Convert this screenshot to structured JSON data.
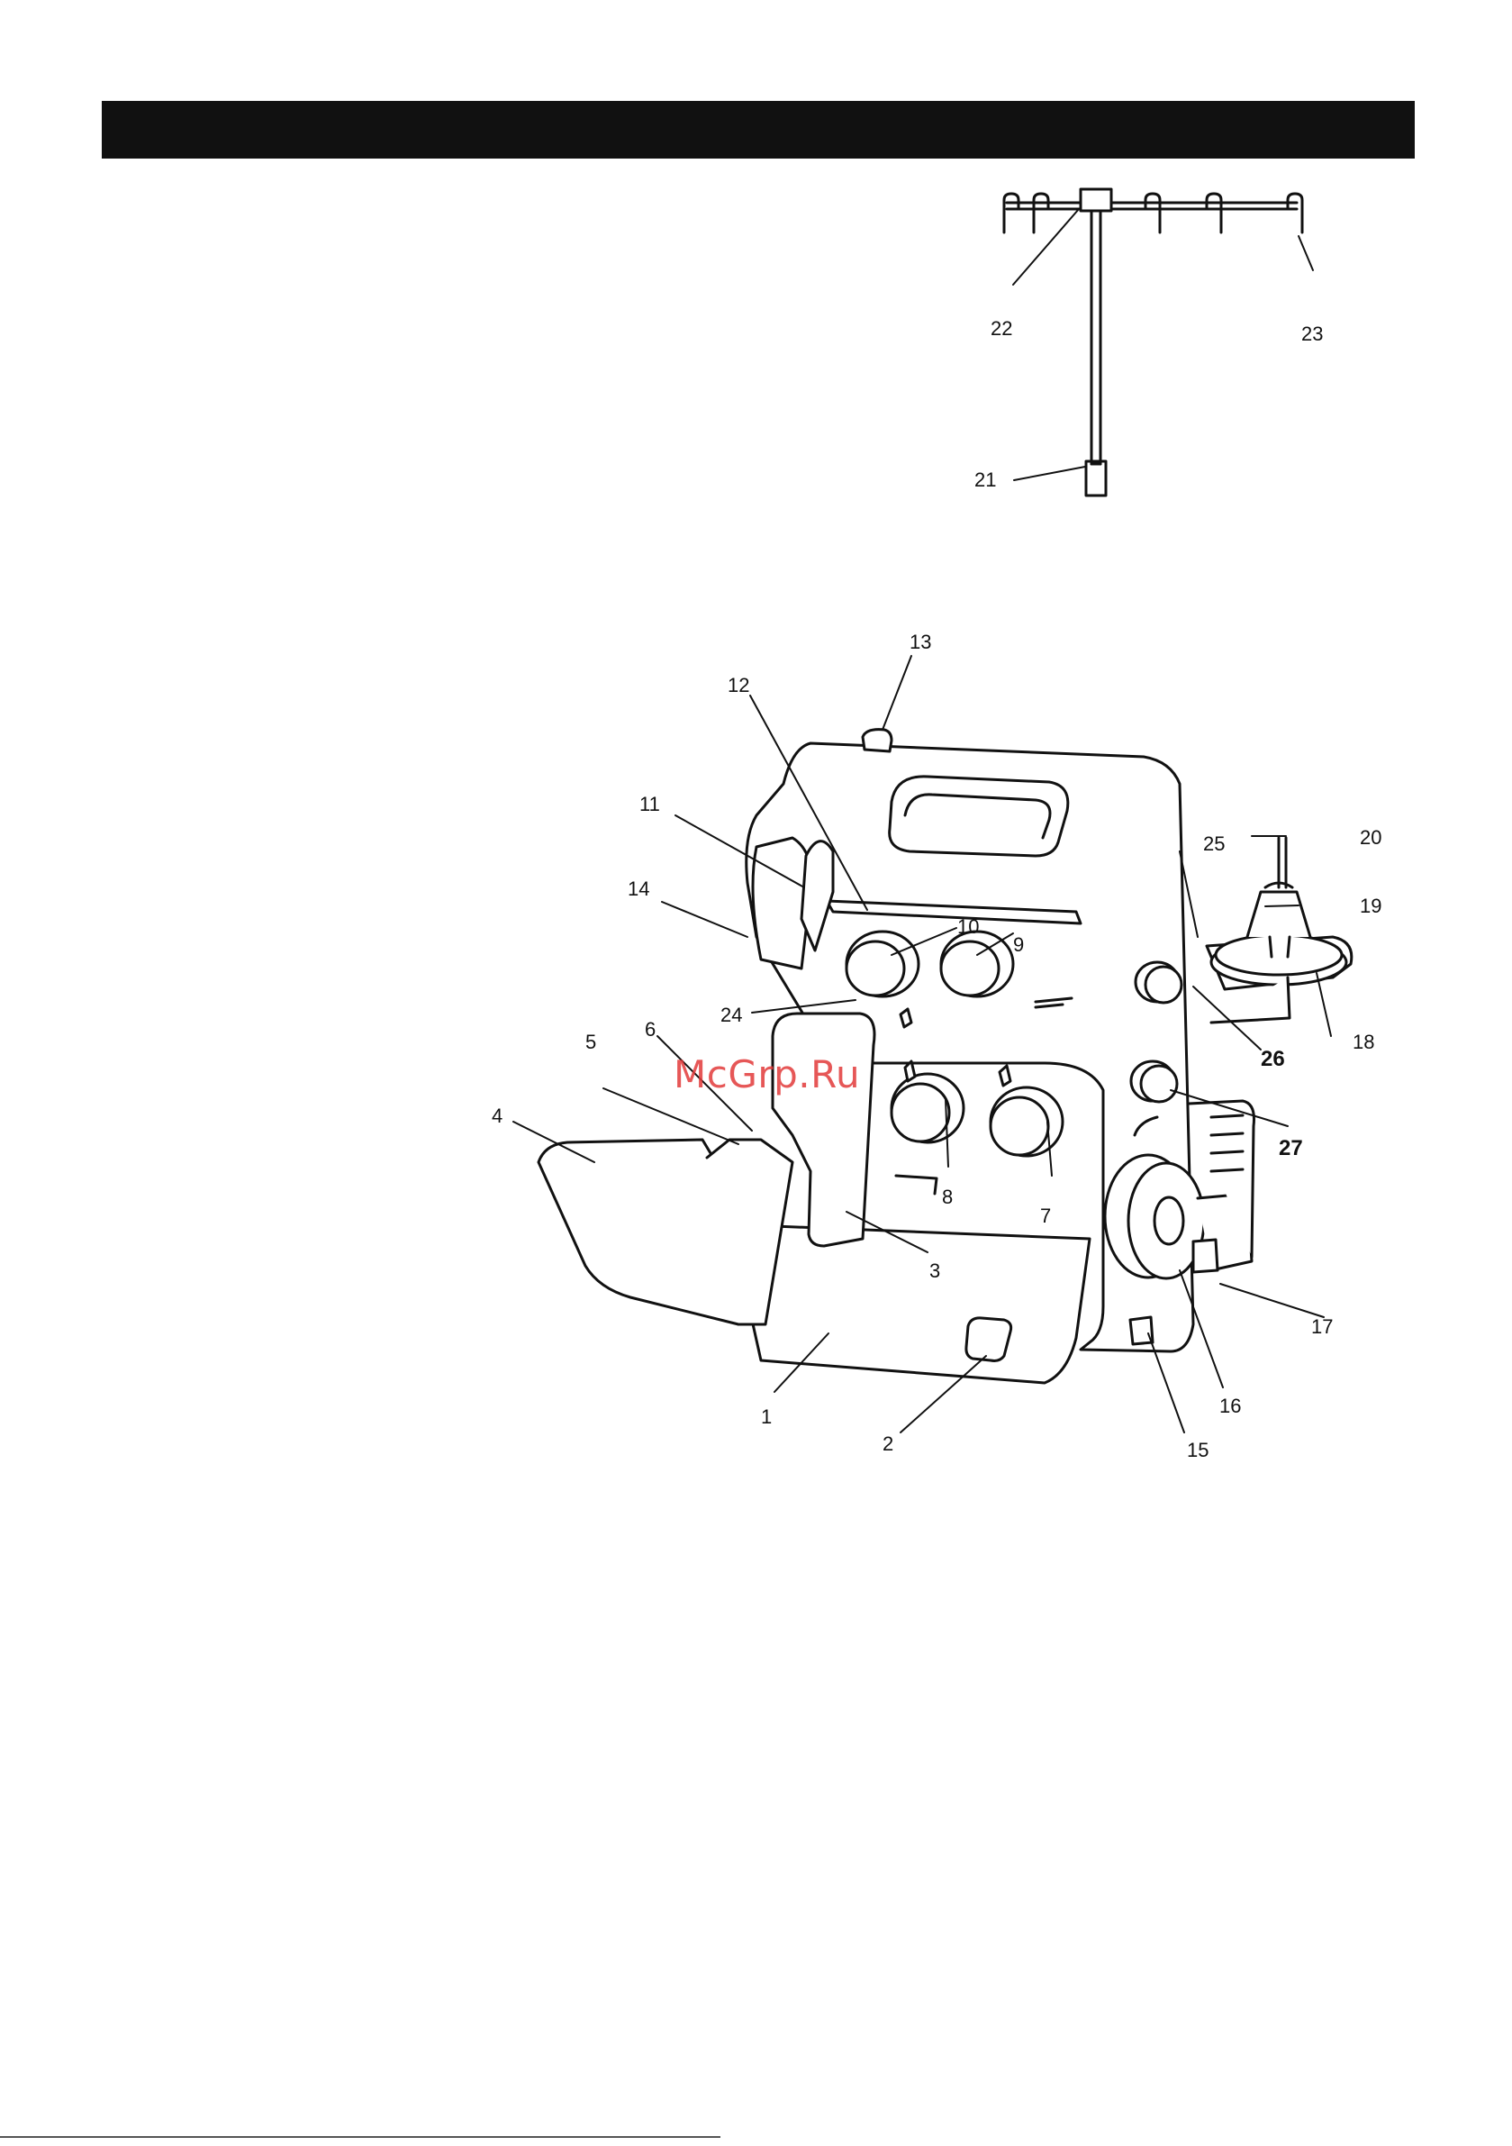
{
  "watermark": "McGrp.Ru",
  "parts": [
    {
      "n": "1"
    },
    {
      "n": "2"
    },
    {
      "n": "3"
    },
    {
      "n": "4"
    },
    {
      "n": "5"
    },
    {
      "n": "6"
    },
    {
      "n": "7"
    },
    {
      "n": "8"
    },
    {
      "n": "9"
    },
    {
      "n": "10"
    },
    {
      "n": "11"
    },
    {
      "n": "12"
    },
    {
      "n": "13"
    },
    {
      "n": "14"
    },
    {
      "n": "15"
    },
    {
      "n": "16"
    },
    {
      "n": "17"
    },
    {
      "n": "18"
    },
    {
      "n": "19"
    },
    {
      "n": "20"
    },
    {
      "n": "21"
    },
    {
      "n": "22"
    },
    {
      "n": "23"
    },
    {
      "n": "24"
    },
    {
      "n": "25"
    },
    {
      "n": "26"
    },
    {
      "n": "27"
    }
  ],
  "colors": {
    "header": "#111111",
    "watermark": "#e23a3a",
    "ink": "#111111"
  }
}
